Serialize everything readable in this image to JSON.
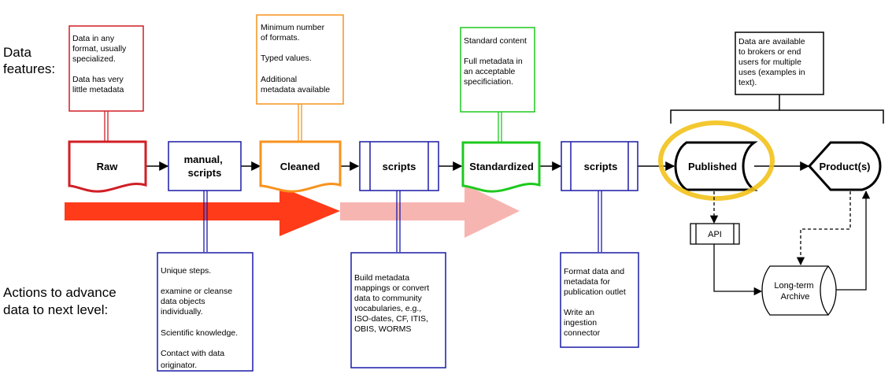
{
  "labels": {
    "features": [
      "Data",
      "features:"
    ],
    "actions": [
      "Actions to advance",
      "data to next level:"
    ]
  },
  "stages": {
    "raw": "Raw",
    "manual": [
      "manual,",
      "scripts"
    ],
    "cleaned": "Cleaned",
    "scripts1": "scripts",
    "standardized": "Standardized",
    "scripts2": "scripts",
    "published": "Published",
    "products": "Product(s)",
    "api": "API",
    "archive": [
      "Long-term",
      "Archive"
    ]
  },
  "feature_notes": {
    "raw": [
      "Data in any",
      "format, usually",
      "specialized.",
      "",
      "Data has very",
      "little metadata"
    ],
    "cleaned": [
      "Minimum number",
      "of formats.",
      "",
      "Typed values.",
      "",
      "Additional",
      "metadata available"
    ],
    "standardized": [
      "Standard content",
      "",
      "Full metadata in",
      "an acceptable",
      "specificiation."
    ],
    "published": [
      "Data are available",
      "to brokers or end",
      "users for multiple",
      "uses (examples in",
      "text)."
    ]
  },
  "action_notes": {
    "manual": [
      "Unique steps.",
      "",
      "examine or cleanse",
      "data objects",
      "individually.",
      "",
      "Scientific knowledge.",
      "",
      "Contact with data",
      "originator."
    ],
    "scripts1": [
      "Build metadata",
      "mappings or convert",
      "data to community",
      "vocabularies, e.g.,",
      "ISO-dates, CF, ITIS,",
      "OBIS, WORMS"
    ],
    "scripts2": [
      "Format data and",
      "metadata for",
      "publication outlet",
      "",
      "Write an",
      "ingestion",
      "connector"
    ]
  },
  "colors": {
    "raw": "#d01f25",
    "cleaned": "#f7931e",
    "standardized": "#1ec91e",
    "scripts": "#1a1aa8",
    "black": "#000000",
    "big_arrow": "#ff3b1a",
    "light_arrow": "#f7b1ad",
    "highlight": "#f2c21a"
  }
}
